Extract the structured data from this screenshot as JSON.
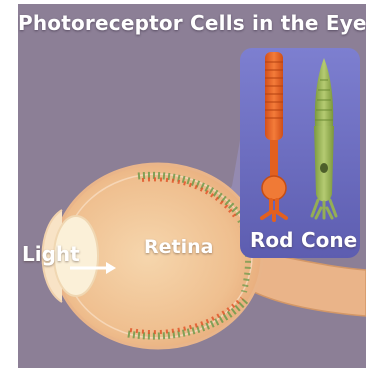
{
  "title": "Photoreceptor Cells in the Eye",
  "labels": {
    "light": "Light",
    "retina": "Retina",
    "rod": "Rod",
    "cone": "Cone"
  },
  "colors": {
    "background": "#8c7f96",
    "eyeball": "#f2c79b",
    "inset_panel": "#6e6fc2",
    "rod_cell": "#ef6a2a",
    "cone_cell": "#9cb55a",
    "label_text": "#ffffff"
  }
}
